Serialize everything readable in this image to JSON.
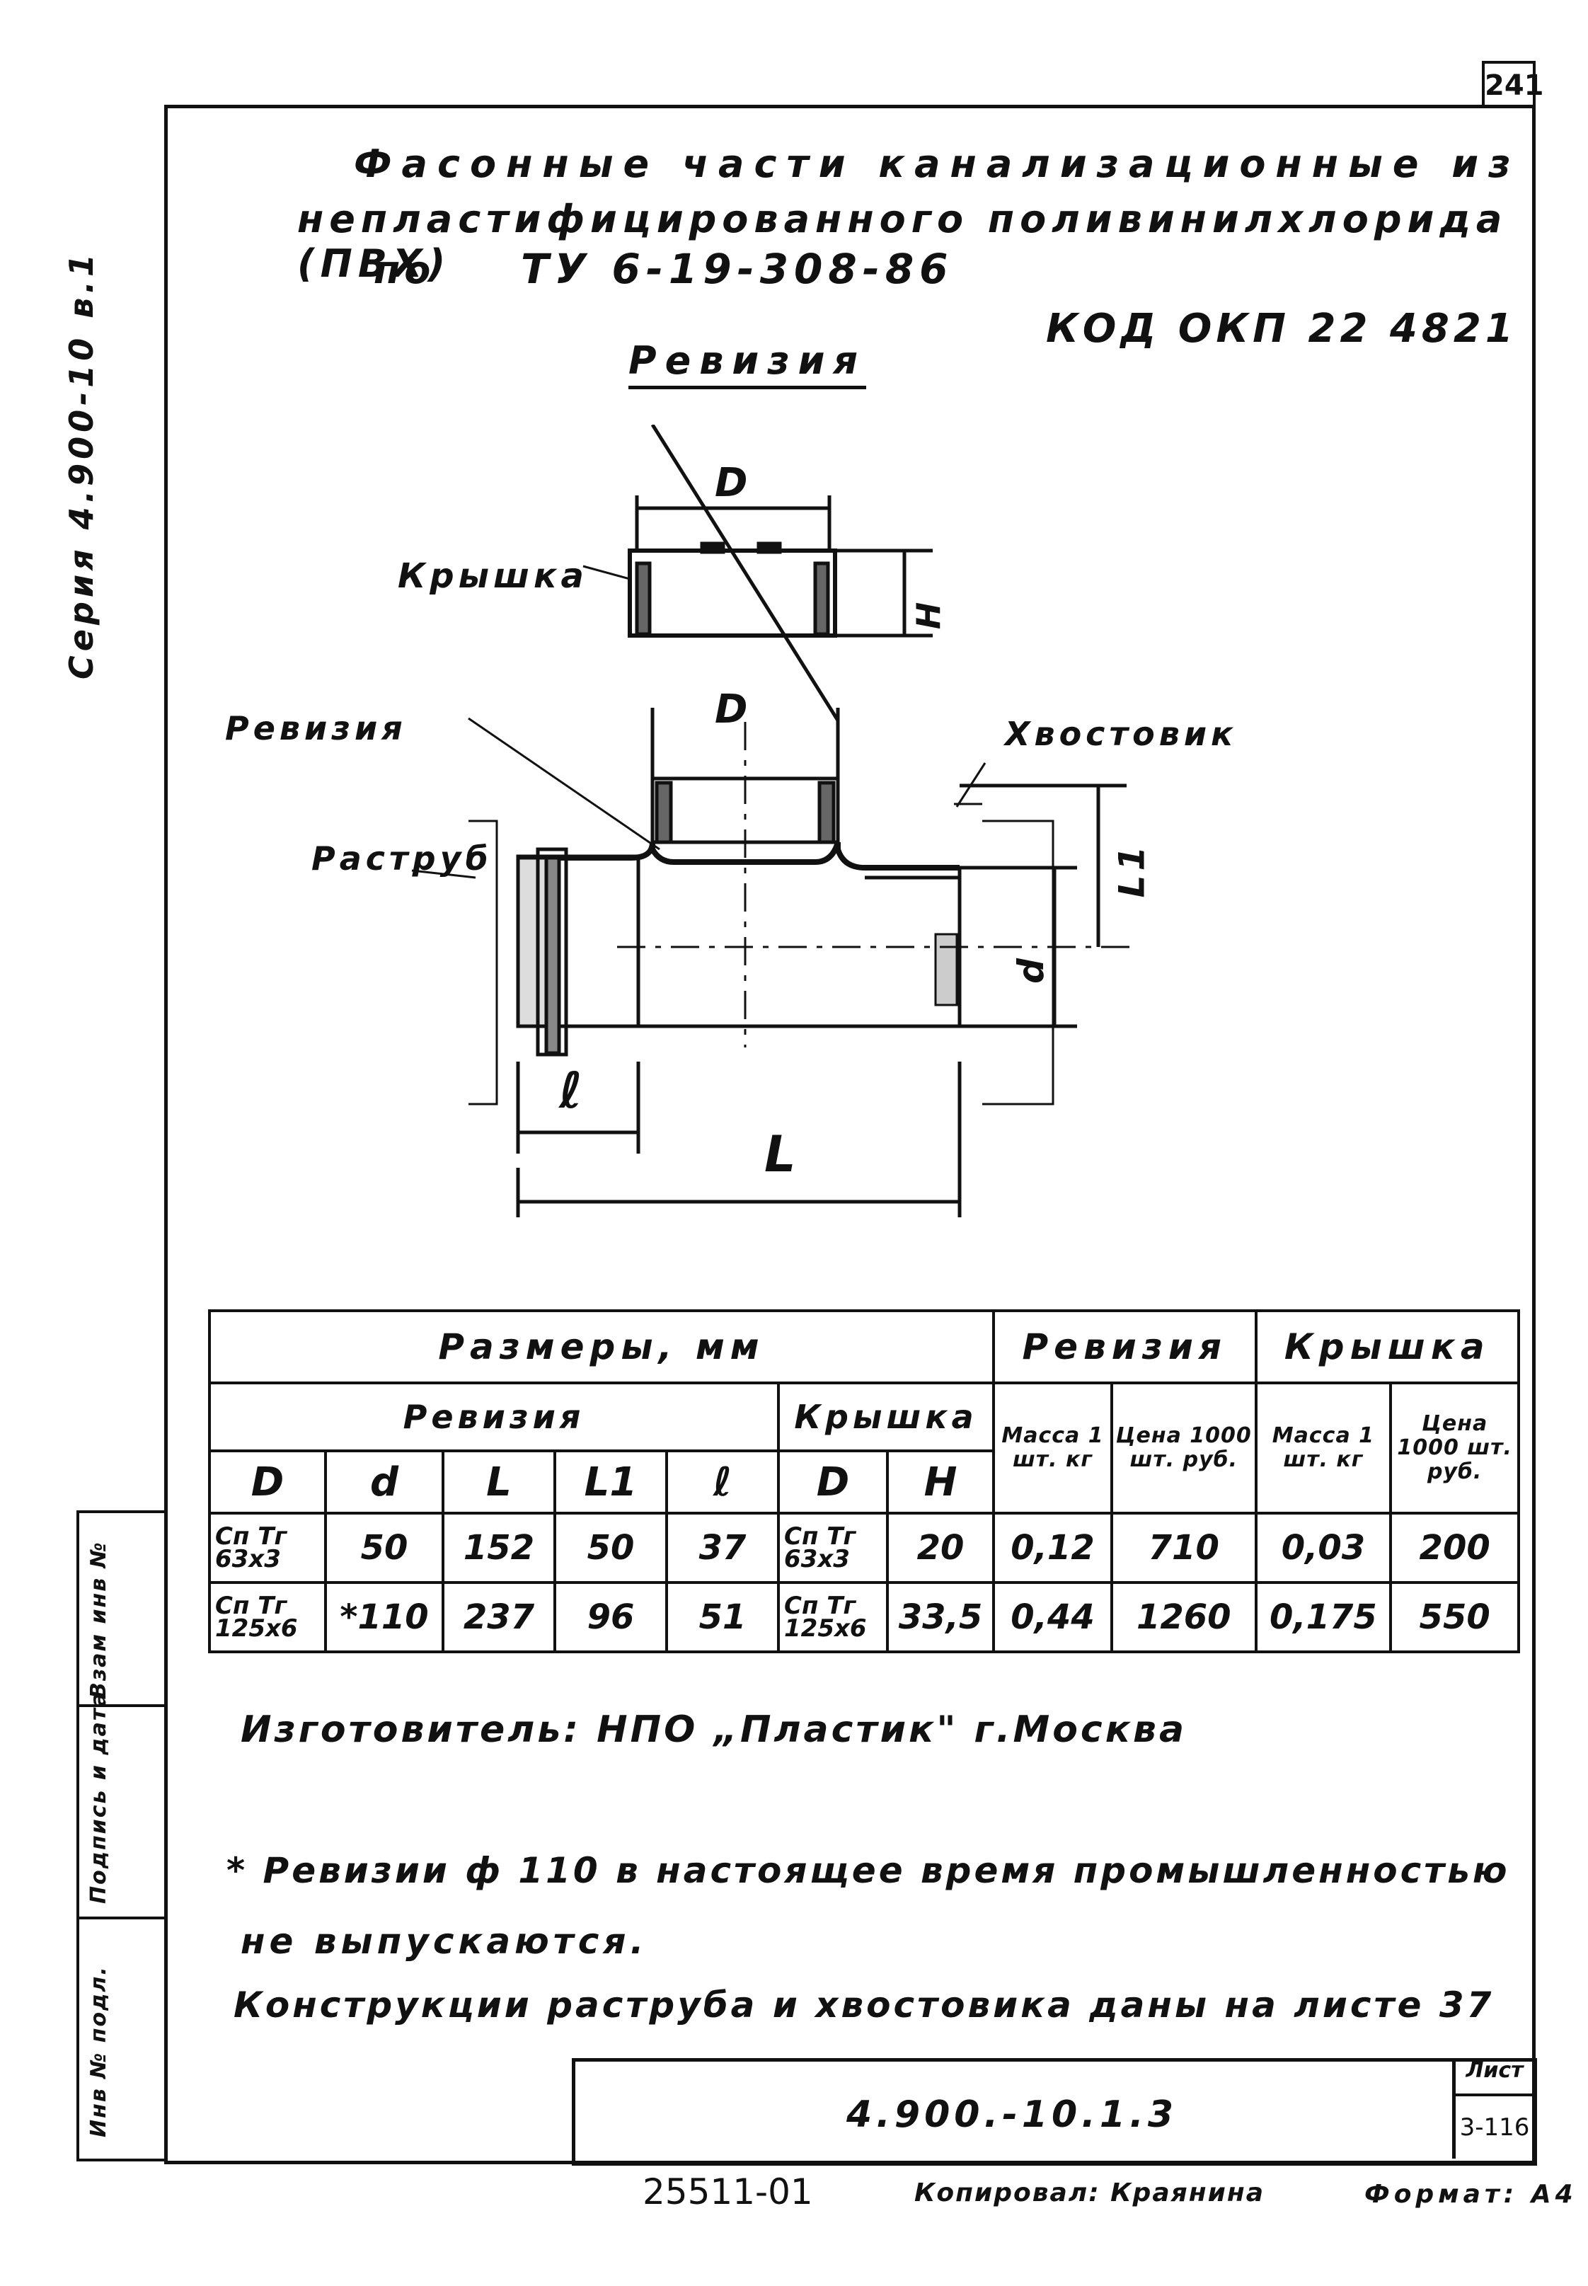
{
  "sheet_number": "241",
  "series": "Серия 4.900-10 в.1",
  "title": {
    "line1": "Фасонные части канализационные из",
    "line2": "непластифицированного поливинилхлорида (ПВХ)",
    "line3_prefix": "по",
    "line3_spec": "ТУ 6-19-308-86",
    "code": "КОД ОКП 22 4821",
    "part_name": "Ревизия"
  },
  "drawing_labels": {
    "cover": "Крышка",
    "revision": "Ревизия",
    "socket": "Раструб",
    "spigot": "Хвостовик",
    "dim_D_top": "D",
    "dim_H": "H",
    "dim_D": "D",
    "dim_L1": "L1",
    "dim_d": "d",
    "dim_l": "ℓ",
    "dim_L": "L"
  },
  "table": {
    "header_sizes": "Размеры, мм",
    "header_revision": "Ревизия",
    "header_cover": "Крышка",
    "sub_revision": "Ревизия",
    "sub_cover": "Крышка",
    "col_D": "D",
    "col_d": "d",
    "col_L": "L",
    "col_L1": "L1",
    "col_l": "ℓ",
    "col_D2": "D",
    "col_H": "H",
    "col_mass_rev": "Масса 1 шт. кг",
    "col_price_rev": "Цена 1000 шт. руб.",
    "col_mass_cov": "Масса 1 шт. кг",
    "col_price_cov": "Цена 1000 шт. руб.",
    "rows": [
      {
        "D": "Сп Тг 63x3",
        "d": "50",
        "L": "152",
        "L1": "50",
        "l": "37",
        "D2": "Сп Тг 63x3",
        "H": "20",
        "mass_rev": "0,12",
        "price_rev": "710",
        "mass_cov": "0,03",
        "price_cov": "200"
      },
      {
        "D": "Сп Тг 125x6",
        "d": "*110",
        "L": "237",
        "L1": "96",
        "l": "51",
        "D2": "Сп Тг 125x6",
        "H": "33,5",
        "mass_rev": "0,44",
        "price_rev": "1260",
        "mass_cov": "0,175",
        "price_cov": "550"
      }
    ]
  },
  "manufacturer": "Изготовитель: НПО „Пластик\" г.Москва",
  "note_line1": "* Ревизии ф 110 в настоящее время промышленностью",
  "note_line2": "не выпускаются.",
  "note_line3": "Конструкции раструба и хвостовика даны на листе 37",
  "stamp_labels": [
    "Инв № подл.",
    "Подпись и дата",
    "Взам инв №"
  ],
  "doc_code": "4.900.-10.1.3",
  "sheet_label": "Лист",
  "sheet_value": "3-116",
  "bottom_number": "25511-01",
  "copied_by": "Копировал: Краянина",
  "format": "Формат: А4"
}
